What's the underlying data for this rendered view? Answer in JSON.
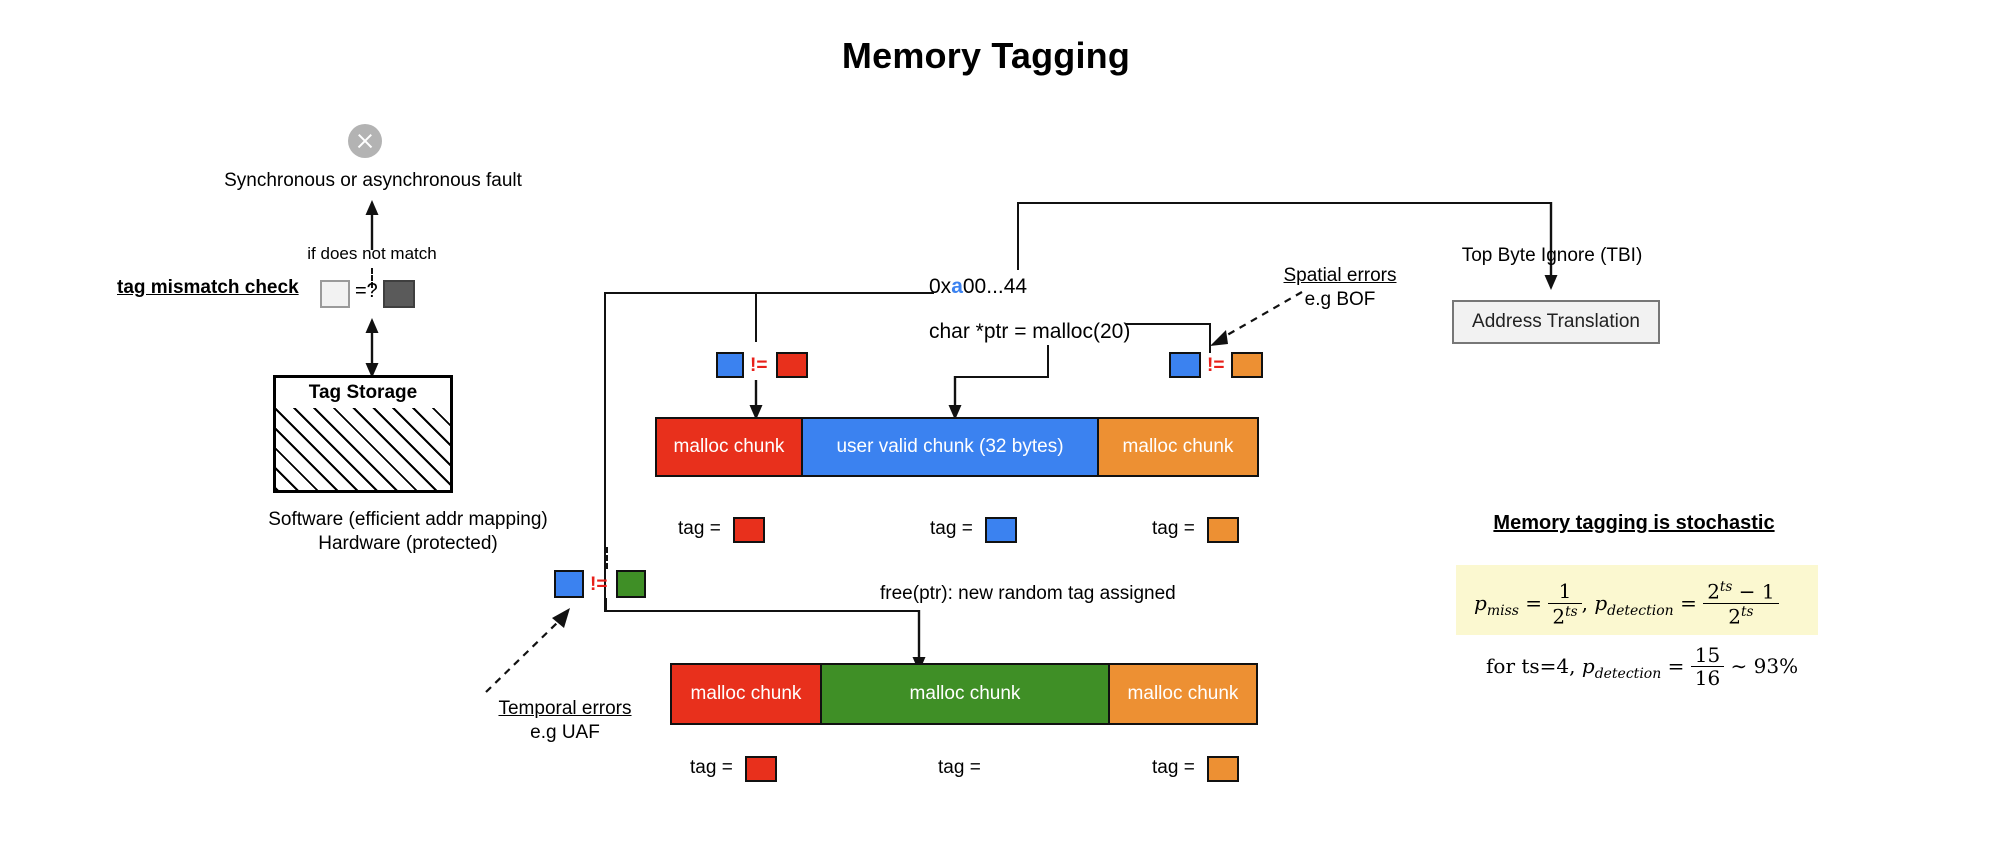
{
  "title": "Memory Tagging",
  "left_panel": {
    "fault_icon": "x-circle-icon",
    "fault_text": "Synchronous or asynchronous fault",
    "if_not_match": "if does not match",
    "check_label": "tag mismatch check",
    "compare_op": "=?",
    "tag_storage_title": "Tag Storage ",
    "note_line1": "Software (efficient addr mapping)",
    "note_line2": "Hardware (protected)",
    "colors": {
      "light_tag": "#f2f2f2",
      "dark_tag": "#5a5a5a"
    }
  },
  "center": {
    "address_prefix": "0x",
    "address_tag_nibble": "a",
    "address_suffix": "00...44",
    "code_line": "char *ptr = malloc(20)",
    "free_line": "free(ptr): new random tag assigned",
    "neq_symbol": "!=",
    "top_row": {
      "chunks": [
        {
          "label": "malloc chunk",
          "color": "#e8301c"
        },
        {
          "label": "user valid chunk (32 bytes)",
          "color": "#3b82f0"
        },
        {
          "label": "malloc chunk",
          "color": "#ed9033"
        }
      ],
      "tags": [
        {
          "label": "tag =",
          "color": "#e8301c"
        },
        {
          "label": "tag =",
          "color": "#3b82f0"
        },
        {
          "label": "tag =",
          "color": "#ed9033"
        }
      ]
    },
    "bottom_row": {
      "chunks": [
        {
          "label": "malloc chunk",
          "color": "#e8301c"
        },
        {
          "label": "malloc chunk",
          "color": "#3f8f26"
        },
        {
          "label": "malloc chunk",
          "color": "#ed9033"
        }
      ],
      "tags": [
        {
          "label": "tag =",
          "color": "#e8301c"
        },
        {
          "label": "tag =",
          "color": null
        },
        {
          "label": "tag =",
          "color": "#ed9033"
        }
      ]
    },
    "compare_top_left": {
      "left_color": "#3b82f0",
      "right_color": "#e8301c"
    },
    "compare_top_right": {
      "left_color": "#3b82f0",
      "right_color": "#ed9033"
    },
    "compare_bottom": {
      "left_color": "#3b82f0",
      "right_color": "#3f8f26"
    }
  },
  "annotations": {
    "spatial_title": "Spatial errors",
    "spatial_sub": "e.g BOF",
    "temporal_title": "Temporal errors",
    "temporal_sub": "e.g UAF"
  },
  "right_panel": {
    "tbi_label": "Top Byte Ignore (TBI)",
    "address_translation": "Address Translation",
    "stochastic_title": "Memory tagging is stochastic",
    "formula_vars": {
      "p_miss": "p",
      "p_miss_sub": "miss",
      "p_detection": "p",
      "p_detection_sub": "detection",
      "eq": "=",
      "comma": ",",
      "base": "2",
      "exp": "ts",
      "minus_one": "− 1",
      "one": "1"
    },
    "example_prefix": "for ts=4,",
    "example_num": "15",
    "example_den": "16",
    "example_approx": "∼ 93%",
    "highlight_color": "#fbf8d0"
  }
}
